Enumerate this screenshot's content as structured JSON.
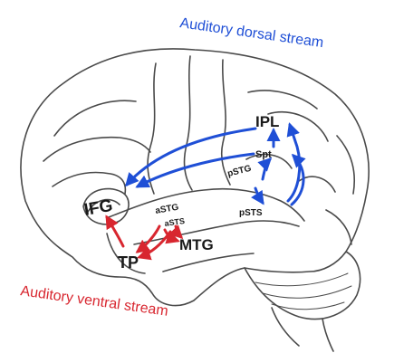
{
  "titles": {
    "dorsal": "Auditory dorsal stream",
    "ventral": "Auditory ventral stream"
  },
  "regions": {
    "ipl": "IPL",
    "spt": "Spt",
    "pstg": "pSTG",
    "psts": "pSTS",
    "ifg": "IFG",
    "astg": "aSTG",
    "asts": "aSTS",
    "mtg": "MTG",
    "tp": "TP"
  },
  "colors": {
    "dorsal": "#1f4fd6",
    "ventral": "#d8262f",
    "outline": "#4a4a4a"
  }
}
